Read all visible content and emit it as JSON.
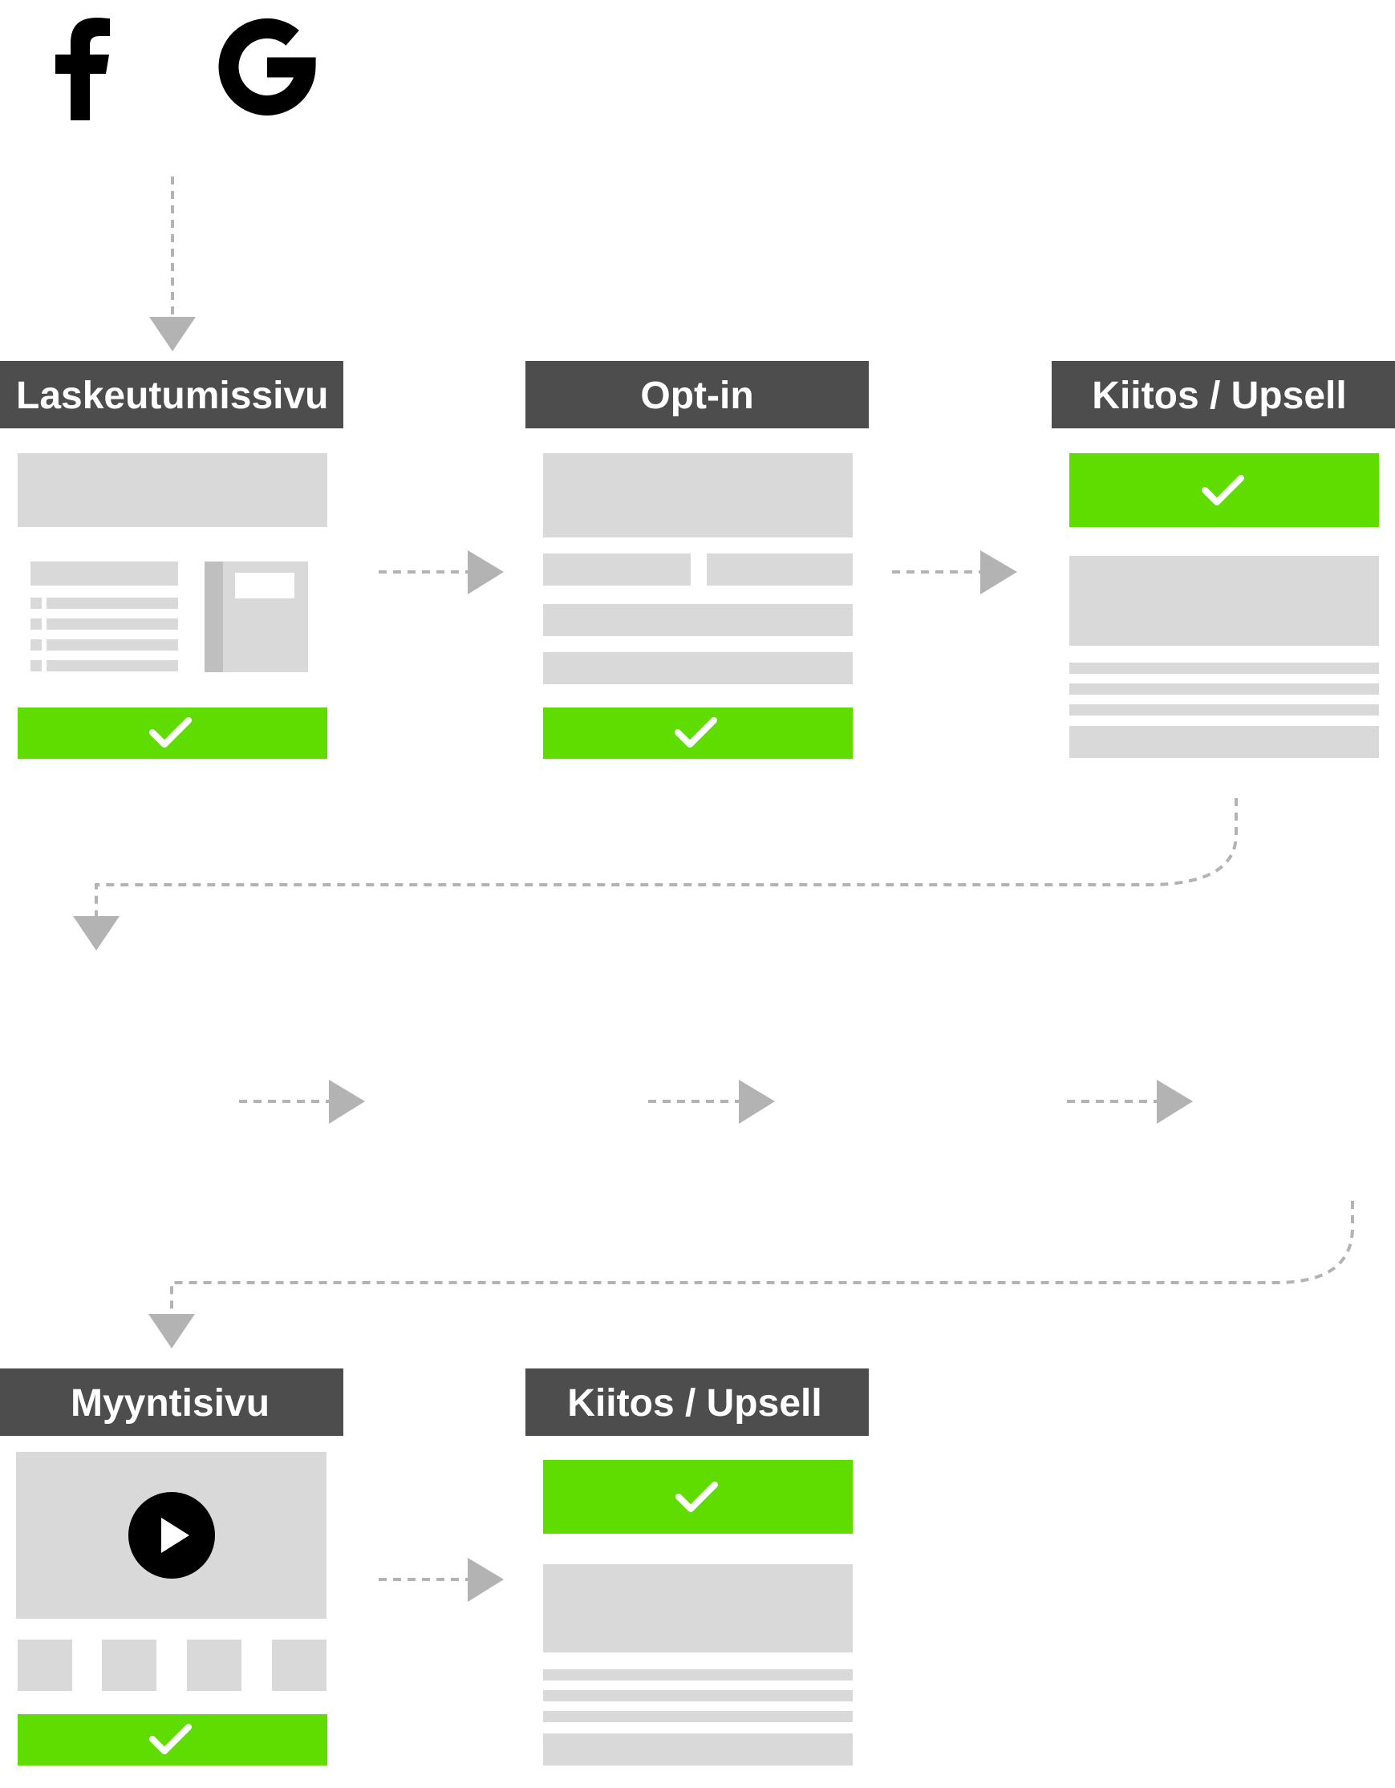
{
  "sources": {
    "facebook_icon": "facebook-f-logo",
    "google_icon": "google-g-logo"
  },
  "pages": [
    {
      "id": "laskeutumissivu",
      "title": "Laskeutumissivu"
    },
    {
      "id": "opt-in",
      "title": "Opt-in"
    },
    {
      "id": "kiitos-upsell-1",
      "title": "Kiitos / Upsell"
    },
    {
      "id": "myyntisivu",
      "title": "Myyntisivu"
    },
    {
      "id": "kiitos-upsell-2",
      "title": "Kiitos / Upsell"
    }
  ],
  "colors": {
    "header": "#4d4d4d",
    "block": "#d9d9d9",
    "block_dark": "#bfbfbf",
    "accent": "#5fdd00",
    "connector": "#b3b3b3",
    "icon": "#000000"
  },
  "icons": {
    "check": "check-icon",
    "play": "play-icon",
    "arrow": "arrow-right-icon"
  }
}
